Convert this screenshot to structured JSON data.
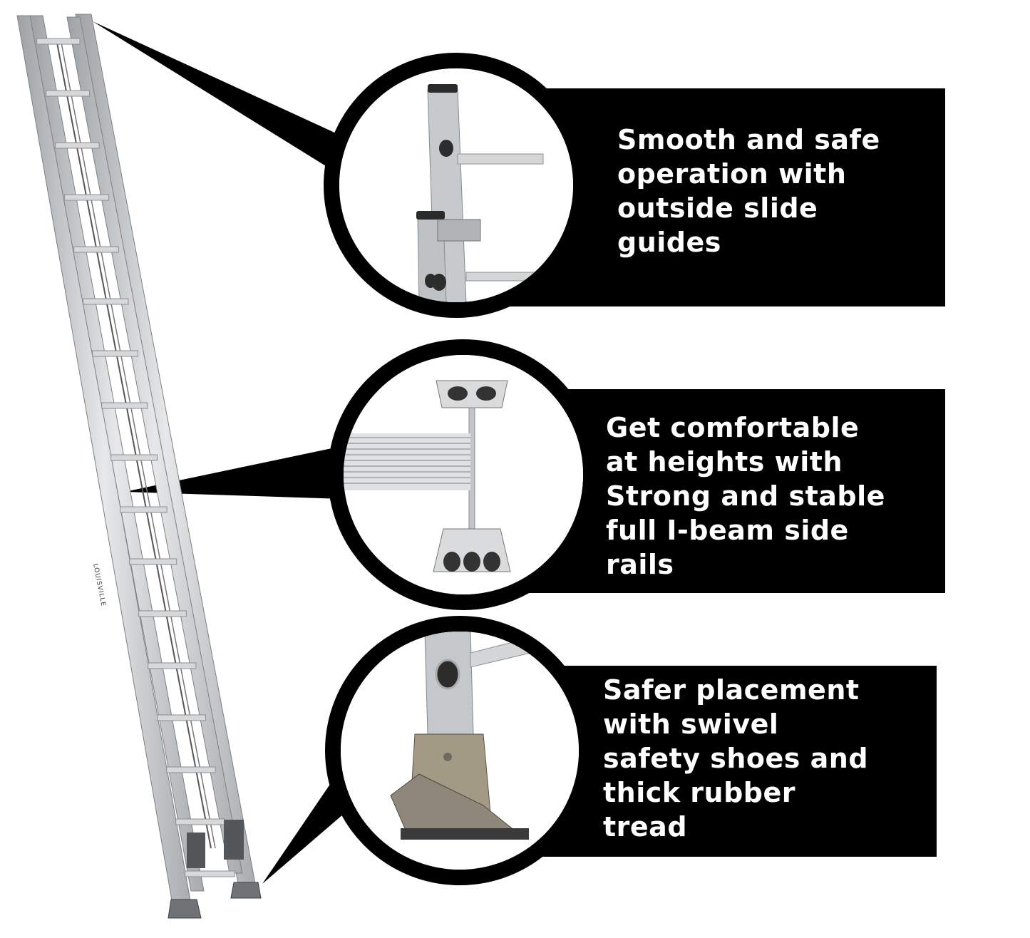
{
  "callouts": [
    {
      "lines": [
        "Smooth and safe",
        "operation with",
        "outside slide",
        "guides"
      ]
    },
    {
      "lines": [
        "Get comfortable",
        "at heights with",
        "Strong and stable",
        "full I-beam side",
        "rails"
      ]
    },
    {
      "lines": [
        "Safer placement",
        "with swivel",
        "safety shoes and",
        "thick rubber",
        "tread"
      ]
    }
  ],
  "ladder_label": "LOUISVILLE",
  "colors": {
    "panel": "#000000",
    "text": "#ffffff",
    "aluminum": "#cfd2d4"
  }
}
